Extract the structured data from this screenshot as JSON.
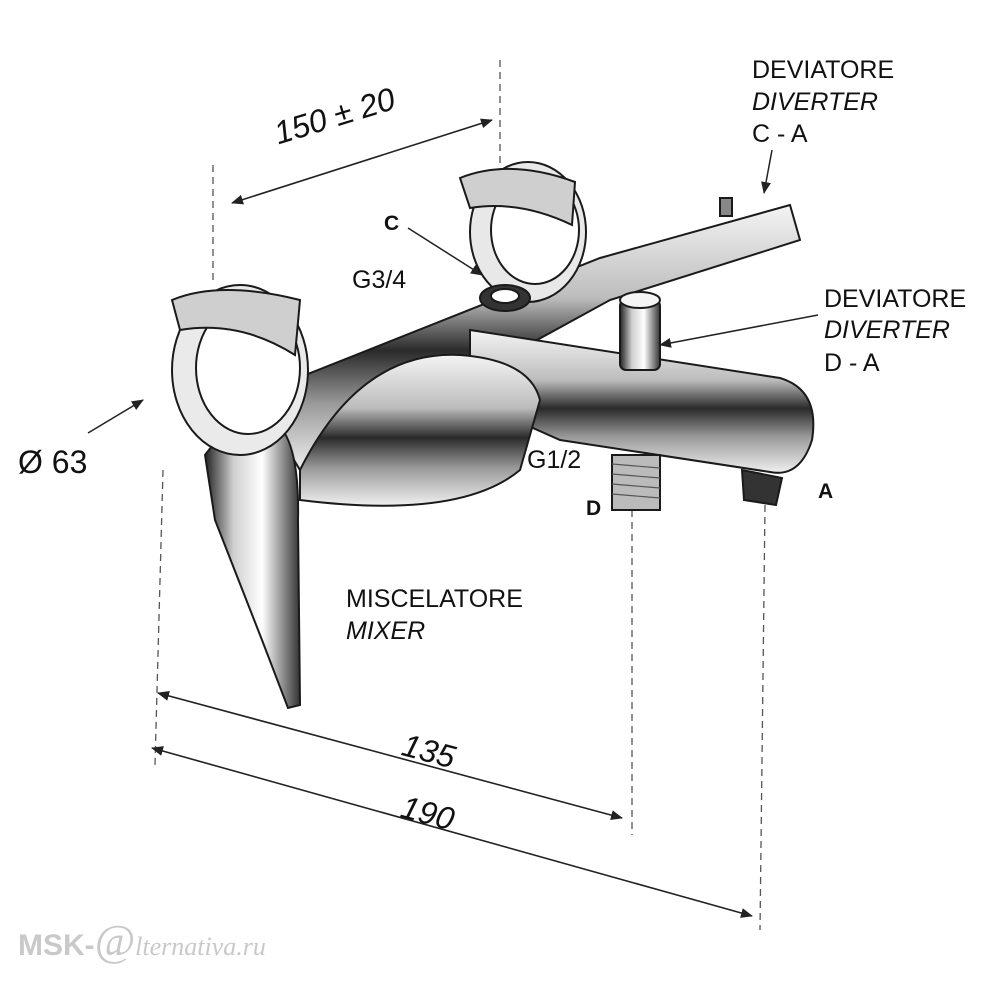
{
  "labels": {
    "diverter_ca": {
      "it": "DEVIATORE",
      "en": "DIVERTER",
      "code": "C - A"
    },
    "diverter_da": {
      "it": "DEVIATORE",
      "en": "DIVERTER",
      "code": "D - A"
    },
    "mixer": {
      "it": "MISCELATORE",
      "en": "MIXER"
    },
    "port_c": "C",
    "port_d": "D",
    "port_a": "A",
    "thread_c": "G3/4",
    "thread_d": "G1/2"
  },
  "dimensions": {
    "spacing": "150 ± 20",
    "handle_diameter": "Ø 63",
    "depth_short": "135",
    "depth_long": "190"
  },
  "watermark": {
    "left": "MSK-",
    "at": "@",
    "right": "lternativa.ru"
  },
  "colors": {
    "line": "#222222",
    "metal_dark": "#1a1a1a",
    "metal_light": "#f2f2f2"
  }
}
